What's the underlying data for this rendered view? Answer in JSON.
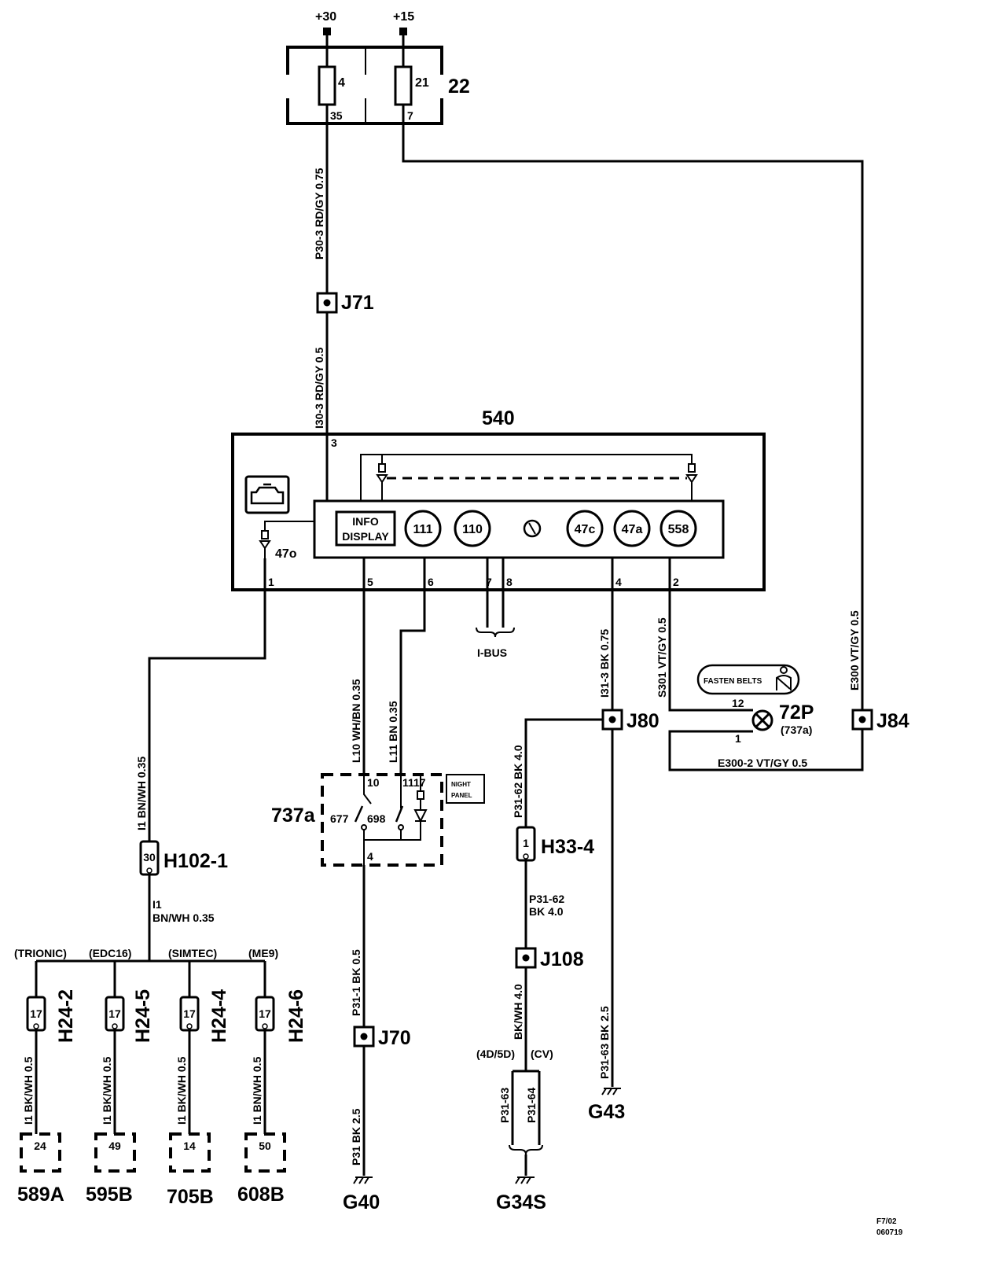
{
  "supply": {
    "pos30": "+30",
    "pos15": "+15"
  },
  "fusebox": {
    "id": "22",
    "fuse4": {
      "num": "4",
      "pin": "35"
    },
    "fuse21": {
      "num": "21",
      "pin": "7"
    }
  },
  "wires": {
    "p30_3": "P30-3  RD/GY 0.75",
    "i30_3": "I30-3  RD/GY 0.5",
    "e300": "E300  VT/GY  0.5",
    "e300_2": "E300-2  VT/GY  0.5",
    "s301": "S301  VT/GY  0.5",
    "i31_3": "I31-3  BK  0.75",
    "p31_62_top": "P31-62  BK  4.0",
    "p31_62_mid_1": "P31-62",
    "p31_62_mid_2": "BK   4.0",
    "bkwh40": "BK/WH 4.0",
    "p31_63_g43": "P31-63  BK  2.5",
    "p31_63": "P31-63",
    "p31_64": "P31-64",
    "l10": "L10  WH/BN 0.35",
    "l11": "L11  BN  0.35",
    "p31_1": "P31-1  BK  0.5",
    "p31": "P31  BK  2.5",
    "i1_bnwh": "I1  BN/WH 0.35",
    "i1_a": "I1",
    "i1_b": "BN/WH  0.35",
    "b1": "I1  BK/WH  0.5",
    "b2": "I1  BK/WH  0.5",
    "b3": "I1  BK/WH  0.5",
    "b4": "I1  BN/WH  0.5"
  },
  "splices": {
    "j71": "J71",
    "j80": "J80",
    "j84": "J84",
    "j70": "J70",
    "j108": "J108"
  },
  "module540": {
    "id": "540",
    "info_line1": "INFO",
    "info_line2": "DISPLAY",
    "c111": "111",
    "c110": "110",
    "c47c": "47c",
    "c47a": "47a",
    "c558": "558",
    "led47o": "47o",
    "pin1": "1",
    "pin2": "2",
    "pin3": "3",
    "pin4": "4",
    "pin5": "5",
    "pin6": "6",
    "pin7": "7",
    "pin8": "8"
  },
  "ibus": "I-BUS",
  "lamp72p": {
    "id": "72P",
    "sub": "(737a)",
    "pin12": "12",
    "pin1": "1",
    "badge": "FASTEN BELTS"
  },
  "switch737a": {
    "id": "737a",
    "sw677": "677",
    "sw698": "698",
    "pin10": "10",
    "pin11": "11",
    "pin17": "17",
    "pin4": "4",
    "badge1": "NIGHT",
    "badge2": "PANEL"
  },
  "connectors": {
    "h102": {
      "id": "H102-1",
      "pin": "30"
    },
    "h33": {
      "id": "H33-4",
      "pin": "1"
    },
    "h24_2": {
      "id": "H24-2",
      "pin": "17"
    },
    "h24_5": {
      "id": "H24-5",
      "pin": "17"
    },
    "h24_4": {
      "id": "H24-4",
      "pin": "17"
    },
    "h24_6": {
      "id": "H24-6",
      "pin": "17"
    }
  },
  "variants": {
    "trionic": "(TRIONIC)",
    "edc16": "(EDC16)",
    "simtec": "(SIMTEC)",
    "me9": "(ME9)",
    "v4d5d": "(4D/5D)",
    "cv": "(CV)"
  },
  "targets": {
    "t589a": {
      "id": "589A",
      "pin": "24"
    },
    "t595b": {
      "id": "595B",
      "pin": "49"
    },
    "t705b": {
      "id": "705B",
      "pin": "14"
    },
    "t608b": {
      "id": "608B",
      "pin": "50"
    }
  },
  "grounds": {
    "g40": "G40",
    "g34s": "G34S",
    "g43": "G43"
  },
  "footer": {
    "ref1": "F7/02",
    "ref2": "060719"
  }
}
